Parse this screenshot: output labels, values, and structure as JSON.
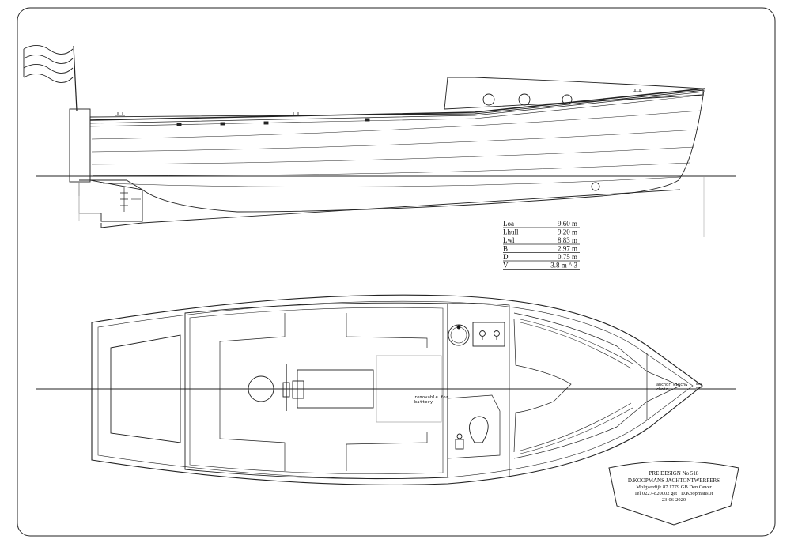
{
  "particulars": [
    {
      "label": "Loa",
      "value": "9.60 m"
    },
    {
      "label": "Lhull",
      "value": "9.20 m"
    },
    {
      "label": "Lwl",
      "value": "8.83 m"
    },
    {
      "label": "B",
      "value": "2.97 m"
    },
    {
      "label": "D",
      "value": "0.75 m"
    },
    {
      "label": "V",
      "value": "3.8 m ^ 3"
    }
  ],
  "notes": {
    "battery_line1": "removable for",
    "battery_line2": "battery",
    "anchor_line1": "anchor winch&",
    "anchor_line2": "chain"
  },
  "title_block": {
    "line1": "PRE DESIGN No 518",
    "line2": "D.KOOPMANS JACHTONTWERPERS",
    "line3": "Molgzerdijk 87 1779 GB Den Oever",
    "line4": "Tel 0227-820002 get : D.Koopmans Jr",
    "line5": "23-06-2020"
  }
}
